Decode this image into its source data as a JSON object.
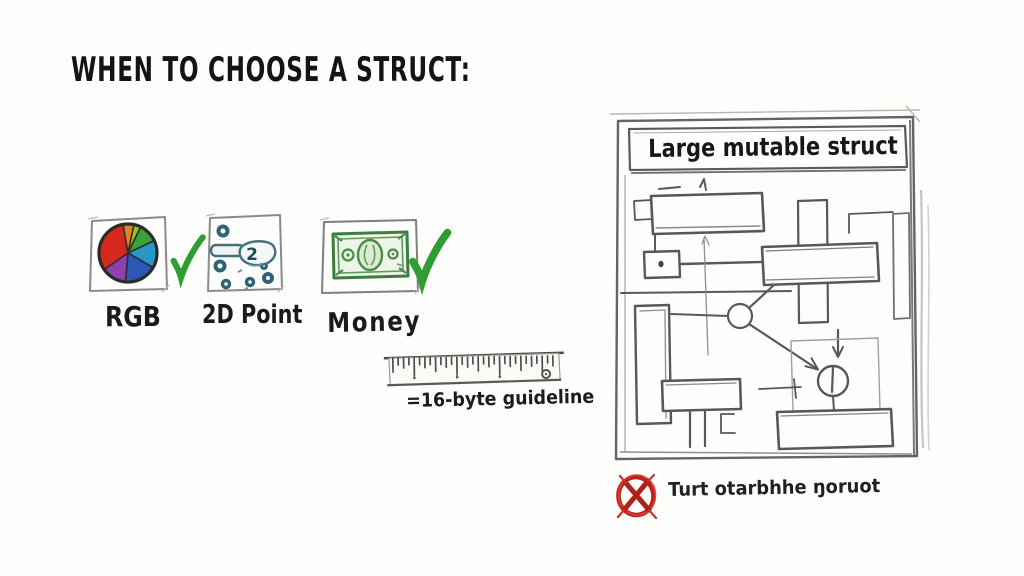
{
  "title": "WHEN TO CHOOSE A STRUCT:",
  "good_examples": {
    "items": [
      {
        "label": "RGB",
        "icon": "color-wheel-icon"
      },
      {
        "label": "2D Point",
        "icon": "scatter-points-icon",
        "badge": "2"
      },
      {
        "label": "Money",
        "icon": "banknote-icon"
      }
    ]
  },
  "guideline": {
    "label": "=16-byte guideline",
    "icon": "ruler-icon"
  },
  "bad_example": {
    "title": "Large mutable struct",
    "caption": "Turt otarbhhe ŋoruot",
    "icon": "crossed-circle-icon"
  },
  "colors": {
    "check_green": "#2f9e32",
    "cross_red": "#bf211b",
    "money_green": "#3e7d3e",
    "point_teal": "#2e6475",
    "ink": "#1a1a1a",
    "pencil_gray": "#5f5f5f"
  }
}
